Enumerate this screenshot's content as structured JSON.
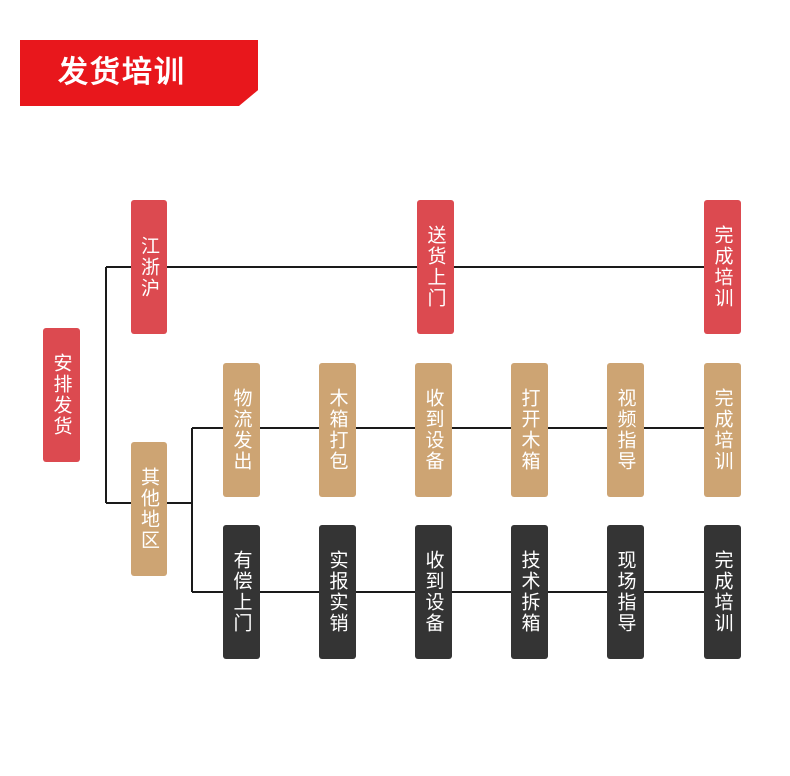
{
  "header": {
    "title": "发货培训"
  },
  "colors": {
    "banner": "#e8171c",
    "red_box": "#dc4a50",
    "tan_box": "#cda473",
    "dark_box": "#343434",
    "line": "#1a1a1a"
  },
  "flow": {
    "root": "安排发货",
    "branch_jzh": {
      "label": "江浙沪",
      "steps": [
        "送货上门",
        "完成培训"
      ]
    },
    "branch_other": {
      "label": "其他地区",
      "row1": [
        "物流发出",
        "木箱打包",
        "收到设备",
        "打开木箱",
        "视频指导",
        "完成培训"
      ],
      "row2": [
        "有偿上门",
        "实报实销",
        "收到设备",
        "技术拆箱",
        "现场指导",
        "完成培训"
      ]
    }
  }
}
